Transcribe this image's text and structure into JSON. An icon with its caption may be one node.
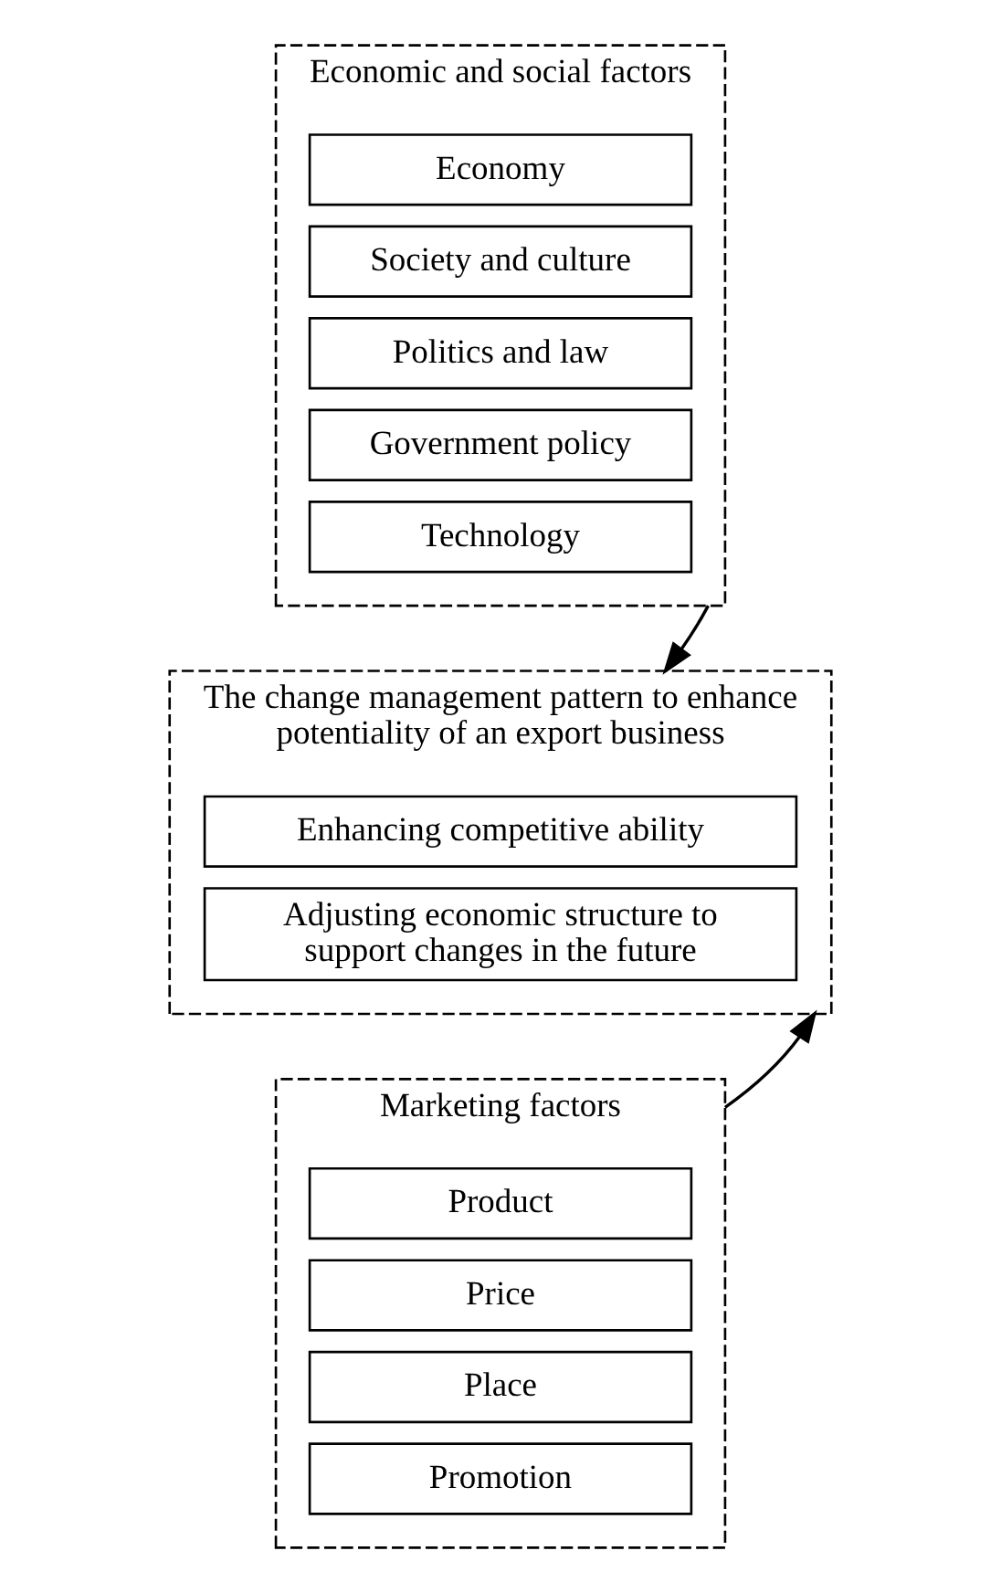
{
  "diagram": {
    "nodes": [
      {
        "text": [
          "Economic and social factors"
        ]
      },
      {
        "text": [
          "Economy"
        ],
        "in": 0
      },
      {
        "text": [
          "Society and culture"
        ],
        "in": 0
      },
      {
        "text": [
          "Politics and law"
        ],
        "in": 0
      },
      {
        "text": [
          "Government policy"
        ],
        "in": 0
      },
      {
        "text": [
          "Technology"
        ],
        "in": 0
      },
      {
        "text": [
          "The change management pattern to enhance potentiality of an export business"
        ]
      },
      {
        "text": [
          "Enhancing competitive ability"
        ],
        "in": 6
      },
      {
        "text": [
          "Adjusting economic structure to support changes in the future"
        ],
        "in": 6
      },
      {
        "text": [
          "Marketing factors"
        ]
      },
      {
        "text": [
          "Product"
        ],
        "in": 9
      },
      {
        "text": [
          "Price"
        ],
        "in": 9
      },
      {
        "text": [
          "Place"
        ],
        "in": 9
      },
      {
        "text": [
          "Promotion"
        ],
        "in": 9
      }
    ],
    "edges": [
      {
        "from": 0,
        "to": 6,
        "arrow": "to"
      },
      {
        "from": 9,
        "to": 6,
        "arrow": "to"
      }
    ]
  }
}
